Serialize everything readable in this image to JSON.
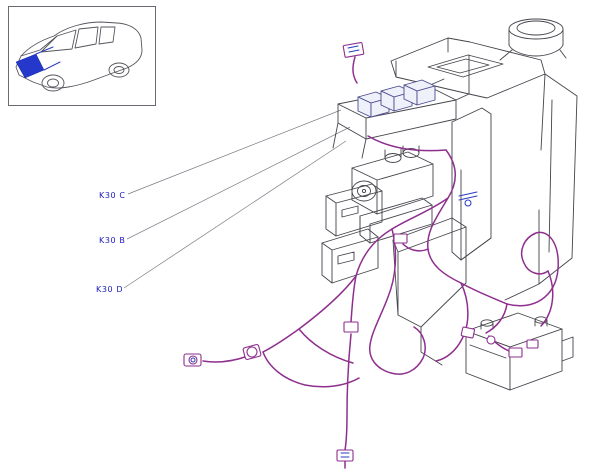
{
  "diagram": {
    "labels": [
      {
        "id": "k30c",
        "text": "K30 C"
      },
      {
        "id": "k30b",
        "text": "K30 B"
      },
      {
        "id": "k30d",
        "text": "K30 D"
      }
    ],
    "colors": {
      "structure_line": "#44444c",
      "harness": "#8e2f8e",
      "label_text": "#1a1abf",
      "car_highlight": "#2438cc",
      "background": "#ffffff"
    },
    "icons": [
      "car-location-thumbnail-icon",
      "relay-fuse-box-icon",
      "abs-module-icon",
      "battery-icon",
      "reservoir-cap-icon",
      "wiring-harness-icon",
      "connector-icon"
    ]
  }
}
